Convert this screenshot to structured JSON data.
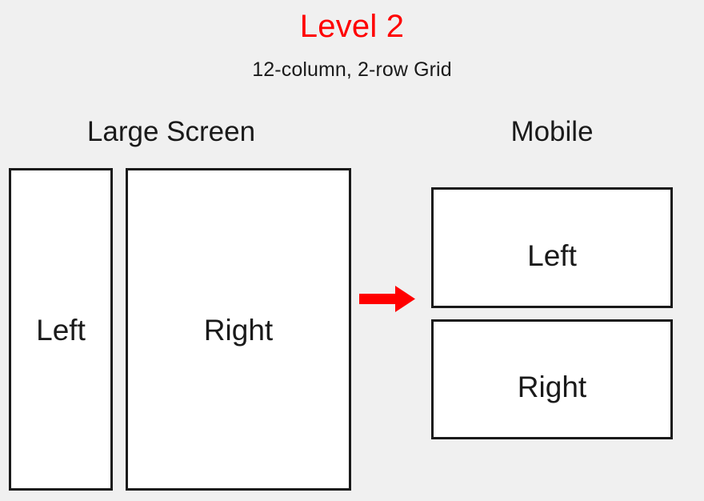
{
  "page": {
    "background_color": "#f0f0f0",
    "title": "Level 2",
    "title_color": "#ff0000",
    "subtitle": "12-column, 2-row Grid",
    "text_color": "#1a1a1a"
  },
  "sections": {
    "large_screen": {
      "heading": "Large Screen",
      "boxes": [
        {
          "label": "Left"
        },
        {
          "label": "Right"
        }
      ]
    },
    "mobile": {
      "heading": "Mobile",
      "boxes": [
        {
          "label": "Left"
        },
        {
          "label": "Right"
        }
      ]
    }
  },
  "arrow": {
    "name": "right-arrow-icon",
    "color": "#ff0000",
    "direction": "right"
  }
}
